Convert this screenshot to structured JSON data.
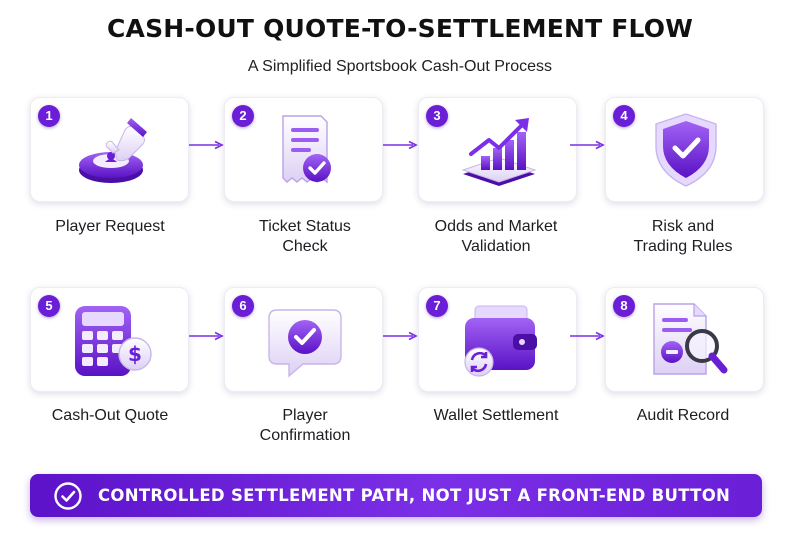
{
  "title": "CASH-OUT QUOTE-TO-SETTLEMENT FLOW",
  "subtitle": "A Simplified Sportsbook Cash-Out Process",
  "steps": [
    {
      "number": "1",
      "label_line1": "Player Request",
      "label_line2": "",
      "icon": "hand-press-button-icon"
    },
    {
      "number": "2",
      "label_line1": "Ticket Status",
      "label_line2": "Check",
      "icon": "ticket-check-icon"
    },
    {
      "number": "3",
      "label_line1": "Odds and Market",
      "label_line2": "Validation",
      "icon": "trend-chart-icon"
    },
    {
      "number": "4",
      "label_line1": "Risk and",
      "label_line2": "Trading Rules",
      "icon": "shield-check-icon"
    },
    {
      "number": "5",
      "label_line1": "Cash-Out Quote",
      "label_line2": "",
      "icon": "calculator-dollar-icon"
    },
    {
      "number": "6",
      "label_line1": "Player",
      "label_line2": "Confirmation",
      "icon": "chat-check-icon"
    },
    {
      "number": "7",
      "label_line1": "Wallet Settlement",
      "label_line2": "",
      "icon": "wallet-sync-icon"
    },
    {
      "number": "8",
      "label_line1": "Audit Record",
      "label_line2": "",
      "icon": "document-magnifier-icon"
    }
  ],
  "banner": {
    "text": "CONTROLLED SETTLEMENT PATH, NOT JUST A FRONT-END BUTTON",
    "icon": "check-circle-icon"
  },
  "colors": {
    "accent": "#6a1fd6",
    "accent_light": "#9b5cf2",
    "accent_pale": "#e6d8ff",
    "text": "#1d1d22"
  }
}
